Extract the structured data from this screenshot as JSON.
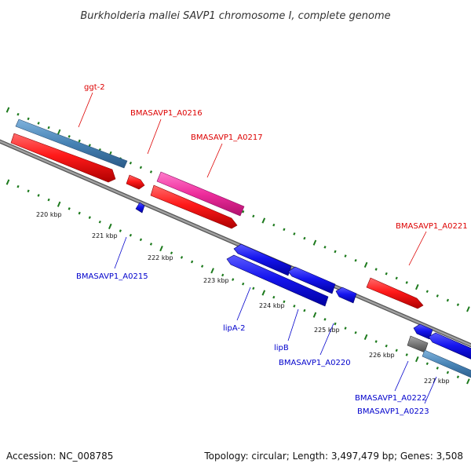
{
  "title": "Burkholderia mallei SAVP1 chromosome I, complete genome",
  "footer": {
    "accession": "Accession: NC_008785",
    "topology": "Topology: circular; Length: 3,497,479 bp; Genes: 3,508"
  },
  "colors": {
    "backbone": "#8a8a8a",
    "tick": "#1d7a1d",
    "red": "#ff1a1a",
    "blue": "#1515ee",
    "steel": "#4682b4",
    "pink": "#ee2d9c",
    "gray": "#777777",
    "label_red": "#dd0000",
    "label_blue": "#0000cc"
  },
  "ticks": [
    "220 kbp",
    "221 kbp",
    "222 kbp",
    "223 kbp",
    "224 kbp",
    "225 kbp",
    "226 kbp",
    "227 kbp"
  ],
  "labels": {
    "ggt2": "ggt-2",
    "a0216": "BMASAVP1_A0216",
    "a0217": "BMASAVP1_A0217",
    "a0221": "BMASAVP1_A0221",
    "a0215": "BMASAVP1_A0215",
    "lipA2": "lipA-2",
    "lipB": "lipB",
    "a0220": "BMASAVP1_A0220",
    "a0222": "BMASAVP1_A0222",
    "a0223": "BMASAVP1_A0223"
  }
}
